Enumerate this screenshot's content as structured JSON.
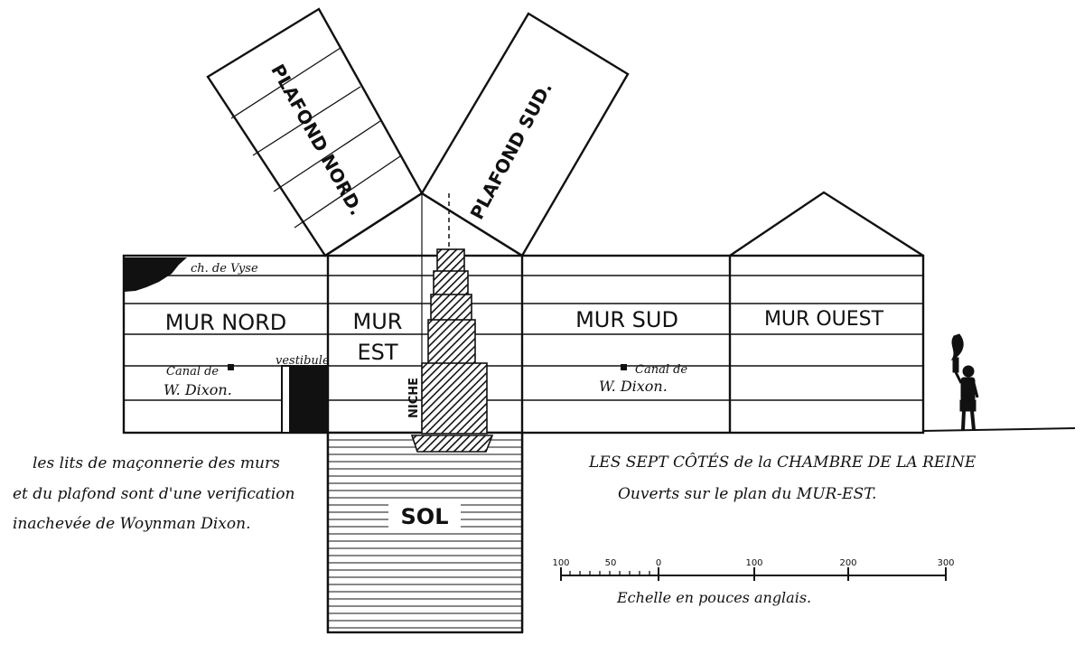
{
  "labels": {
    "plafond_nord": "PLAFOND NORD.",
    "plafond_sud": "PLAFOND SUD.",
    "ch_de_vyse": "ch. de Vyse",
    "mur_nord": "MUR NORD",
    "mur_est_line1": "MUR",
    "mur_est_line2": "EST",
    "mur_sud": "MUR SUD",
    "mur_ouest": "MUR OUEST",
    "vestibule": "vestibule",
    "canal_left_line1": "Canal de",
    "canal_left_line2": "W. Dixon.",
    "canal_right_line1": "Canal de",
    "canal_right_line2": "W. Dixon.",
    "niche": "NICHE",
    "sol": "SOL"
  },
  "note_left": [
    "les lits de maçonnerie des murs",
    "et du plafond sont d'une verification",
    "inachevée de Woynman Dixon."
  ],
  "title_right": [
    "LES SEPT CÔTÉS de la CHAMBRE DE LA REINE",
    "Ouverts sur le plan du MUR-EST."
  ],
  "scale": {
    "ticks": [
      "100",
      "50",
      "0",
      "100",
      "200",
      "300"
    ],
    "caption": "Echelle en pouces anglais."
  },
  "colors": {
    "ink": "#111111",
    "paper": "#ffffff"
  }
}
